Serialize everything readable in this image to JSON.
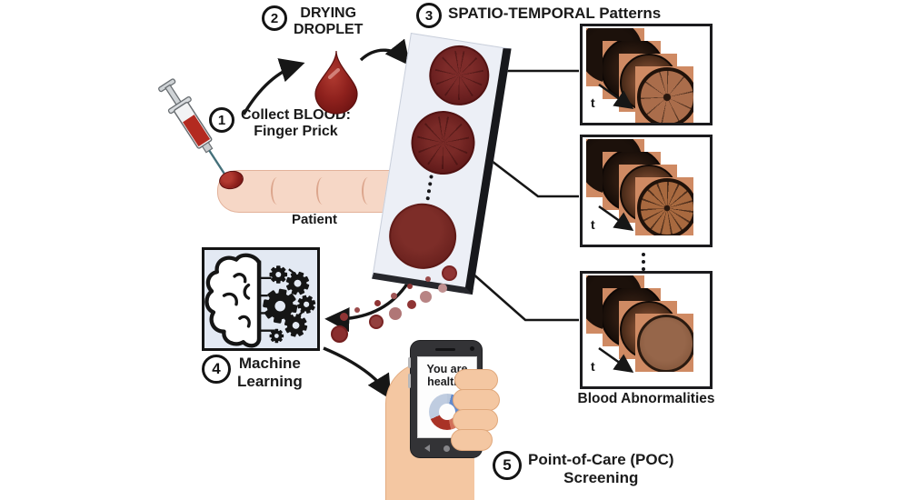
{
  "figure": {
    "steps": [
      {
        "number": "1",
        "lines": [
          "Collect BLOOD:",
          "Finger Prick"
        ]
      },
      {
        "number": "2",
        "lines": [
          "DRYING",
          "DROPLET"
        ]
      },
      {
        "number": "3",
        "lines": [
          "SPATIO-TEMPORAL Patterns"
        ]
      },
      {
        "number": "4",
        "lines": [
          "Machine",
          "Learning"
        ]
      },
      {
        "number": "5",
        "lines": [
          "Point-of-Care (POC)",
          "Screening"
        ]
      }
    ],
    "labels": {
      "patient": "Patient",
      "blood_abnormalities": "Blood Abnormalities"
    },
    "pattern_boxes": [
      {
        "time_label": "t",
        "content": "drying droplet time sequence - crack pattern"
      },
      {
        "time_label": "t",
        "content": "drying droplet time sequence - spoke pattern"
      },
      {
        "time_label": "t",
        "content": "drying droplet time sequence - uniform pattern"
      }
    ],
    "phone": {
      "screen_text_lines": [
        "You are",
        "healthy"
      ]
    },
    "colors": {
      "blood_dark": "#6b2020",
      "blood_bright": "#8c1f1b",
      "slide_bg": "#eceff6",
      "ml_box_bg": "#e3e9f3",
      "tan_square": "#cf8a63",
      "donut_blue": "#6189cc",
      "donut_red": "#a93226",
      "donut_light": "#bfcce0",
      "skin": "#f4c7a2",
      "outline_black": "#141414"
    }
  }
}
